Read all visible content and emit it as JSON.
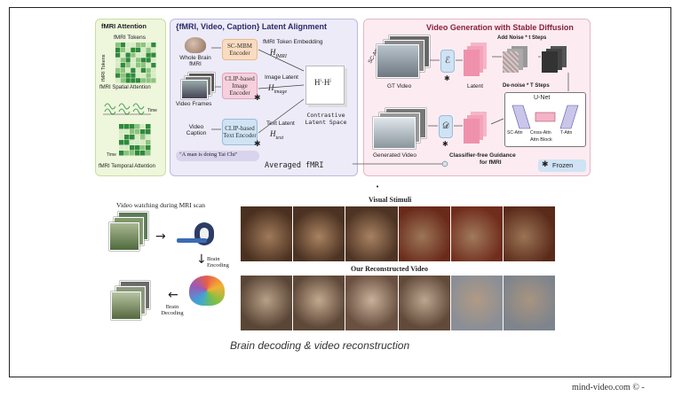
{
  "pipeline": {
    "fmri_attention": {
      "title": "fMRI Attention",
      "tokens_label": "fMRI Tokens",
      "side_label": "fMRI Tokens",
      "spatial_label": "fMRI Spatial Attention",
      "time_label": "Time",
      "time_label2": "Time",
      "temporal_label": "fMRI Temporal Attention"
    },
    "alignment": {
      "title": "{fMRI, Video, Caption} Latent Alignment",
      "whole_brain": "Whole Brain fMRI",
      "sc_mbm": "SC-MBM Encoder",
      "token_embedding": "fMRI Token Embedding",
      "h_fmri": "H",
      "h_fmri_sub": "fMRI",
      "video_frames": "Video Frames",
      "clip_image": "CLIP-based Image Encoder",
      "image_latent": "Image Latent",
      "h_image": "H",
      "h_image_sub": "image",
      "video_caption": "Video Caption",
      "clip_text": "CLIP-based Text Encoder",
      "text_latent": "Text Latent",
      "h_text": "H",
      "h_text_sub": "text",
      "hh": "H",
      "hh_sup": "i",
      "hh_dot": "·H",
      "hh_sup2": "j",
      "contrastive": "Contrastive Latent Space",
      "caption_example": "\"A man is doing Tai Chi\"",
      "averaged": "Averaged fMRI"
    },
    "generation": {
      "title": "Video Generation with Stable Diffusion",
      "sc_attn_vertical": "SC-Attn",
      "add_noise": "Add Noise * t Steps",
      "gt_video": "GT Video",
      "latent": "Latent",
      "denoise": "De-noise * T Steps",
      "unet": "U-Net",
      "sc_attn": "SC-Attn",
      "cross_attn": "Cross-Attn",
      "t_attn": "T-Attn",
      "attn_block": "Attn Block",
      "generated_video": "Generated Video",
      "cfg": "Classifier-free Guidance",
      "cfg_sub": "for fMRI",
      "frozen": "Frozen",
      "enc_symbol": "ℰ",
      "dec_symbol": "𝒟"
    }
  },
  "lower": {
    "video_watching": "Video watching during MRI scan",
    "brain_encoding": "Brain Encoding",
    "brain_decoding": "Brain Decoding",
    "visual_stimuli": "Visual Stimuli",
    "reconstructed": "Our Reconstructed Video"
  },
  "caption": "Brain decoding & video reconstruction",
  "dot": "•",
  "footer": "mind-video.com © -",
  "colors": {
    "attention_bg": "#eef6dc",
    "alignment_bg": "#ecebf7",
    "generation_bg": "#fcecf1",
    "alignment_title": "#2d2a6b",
    "generation_title": "#8a1f3a",
    "encoder_orange": "#f9dcc0",
    "encoder_pink": "#f6d0dc",
    "encoder_blue": "#cfe3f4",
    "latent_pink": "#f6b6c8",
    "grid_green": "#2f8a3c"
  }
}
